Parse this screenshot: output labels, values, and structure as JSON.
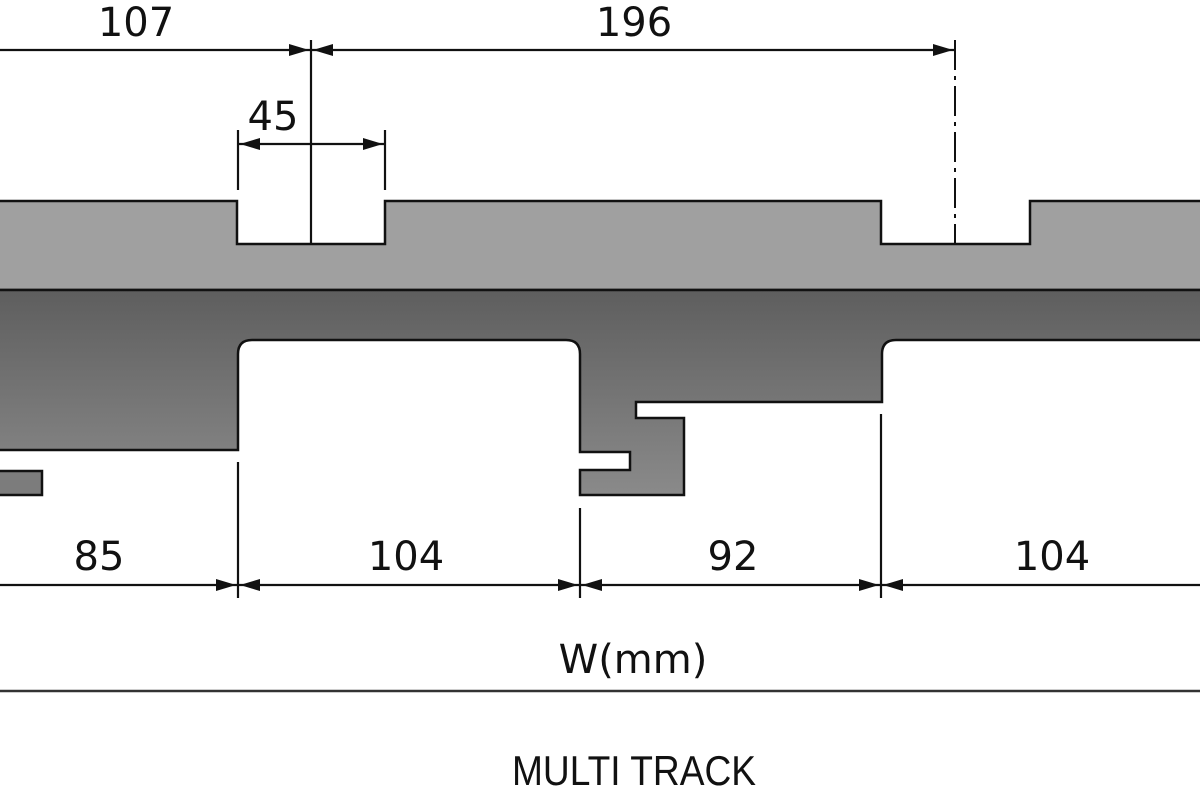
{
  "colors": {
    "rail_light": "#a0a0a0",
    "rail_dark": "#6a6a6a",
    "rail_mid": "#7c7c7c",
    "outline": "#111111",
    "background": "#ffffff"
  },
  "top_dimensions": {
    "left_span": "107",
    "slot_width": "45",
    "slot_spacing": "196"
  },
  "bottom_dimensions": {
    "d1": "85",
    "d2": "104",
    "d3": "92",
    "d4": "104"
  },
  "overall_label": "W(mm)",
  "caption": "MULTI TRACK"
}
